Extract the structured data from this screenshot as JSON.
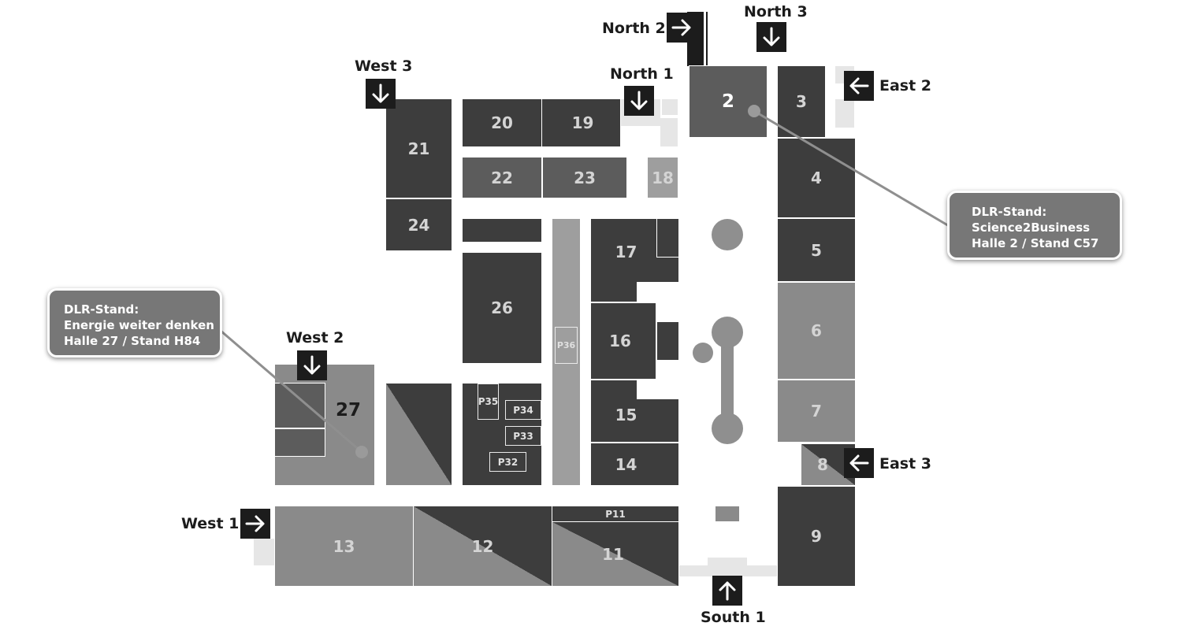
{
  "halls": {
    "h2": "2",
    "h3": "3",
    "h4": "4",
    "h5": "5",
    "h6": "6",
    "h7": "7",
    "h8": "8",
    "h9": "9",
    "h11": "11",
    "h12": "12",
    "h13": "13",
    "h14": "14",
    "h15": "15",
    "h16": "16",
    "h17": "17",
    "h18": "18",
    "h19": "19",
    "h20": "20",
    "h21": "21",
    "h22": "22",
    "h23": "23",
    "h24": "24",
    "h26": "26",
    "h27": "27"
  },
  "pavilions": {
    "p11": "P11",
    "p32": "P32",
    "p33": "P33",
    "p34": "P34",
    "p35": "P35",
    "p36": "P36"
  },
  "entrances": {
    "north1": "North 1",
    "north2": "North 2",
    "north3": "North 3",
    "east2": "East 2",
    "east3": "East 3",
    "west1": "West 1",
    "west2": "West 2",
    "west3": "West 3",
    "south1": "South 1"
  },
  "callouts": {
    "science2business": {
      "line1": "DLR-Stand:",
      "line2": "Science2Business",
      "line3": "Halle 2 / Stand C57"
    },
    "energie": {
      "line1": "DLR-Stand:",
      "line2": "Energie weiter denken",
      "line3": "Halle 27 / Stand H84"
    }
  },
  "colors": {
    "dark_hall": "#3d3d3d",
    "medium_hall": "#5c5c5c",
    "light_hall": "#8a8a8a",
    "entrance_marker": "#1c1c1c",
    "callout_fill": "#777777"
  }
}
